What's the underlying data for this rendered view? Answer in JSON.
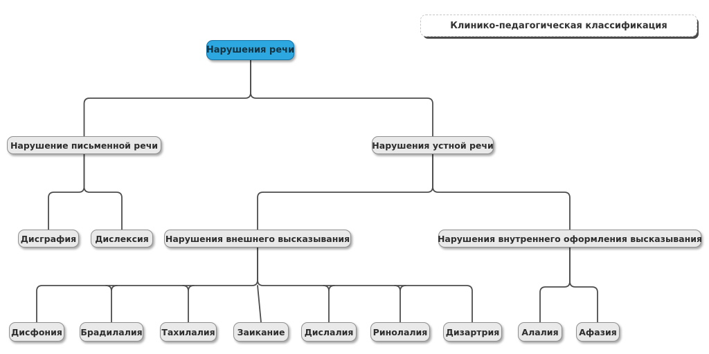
{
  "legend": {
    "title": "Клинико-педагогическая классификация"
  },
  "colors": {
    "accent": "#2da7e0",
    "accent_border": "#1474a6",
    "node_fill": "#e9e9e9",
    "node_border": "#8f8f8f",
    "line": "#4c4c4c"
  },
  "tree": {
    "root": "Нарушения речи",
    "level2": {
      "written": "Нарушение письменной речи",
      "oral": "Нарушения устной речи"
    },
    "level3": {
      "dysgraphia": "Дисграфия",
      "dyslexia": "Дислексия",
      "external": "Нарушения внешнего высказывания",
      "internal": "Нарушения внутреннего оформления высказывания"
    },
    "level4": {
      "dysphonia": "Дисфония",
      "bradylalia": "Брадилалия",
      "tachylalia": "Тахилалия",
      "stuttering": "Заикание",
      "dyslalia": "Дислалия",
      "rhinolalia": "Ринолалия",
      "dysarthria": "Дизартрия",
      "alalia": "Алалия",
      "aphasia": "Афазия"
    }
  }
}
